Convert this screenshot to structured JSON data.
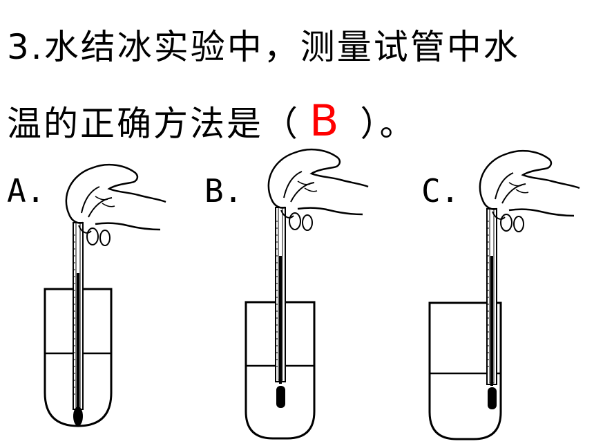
{
  "question": {
    "line1": "3.水结冰实验中，测量试管中水",
    "line2_before": "温的正确方法是（",
    "answer": "B",
    "line2_after": "）。",
    "answer_color": "#ff0000"
  },
  "options": [
    {
      "label": "A."
    },
    {
      "label": "B."
    },
    {
      "label": "C."
    }
  ]
}
